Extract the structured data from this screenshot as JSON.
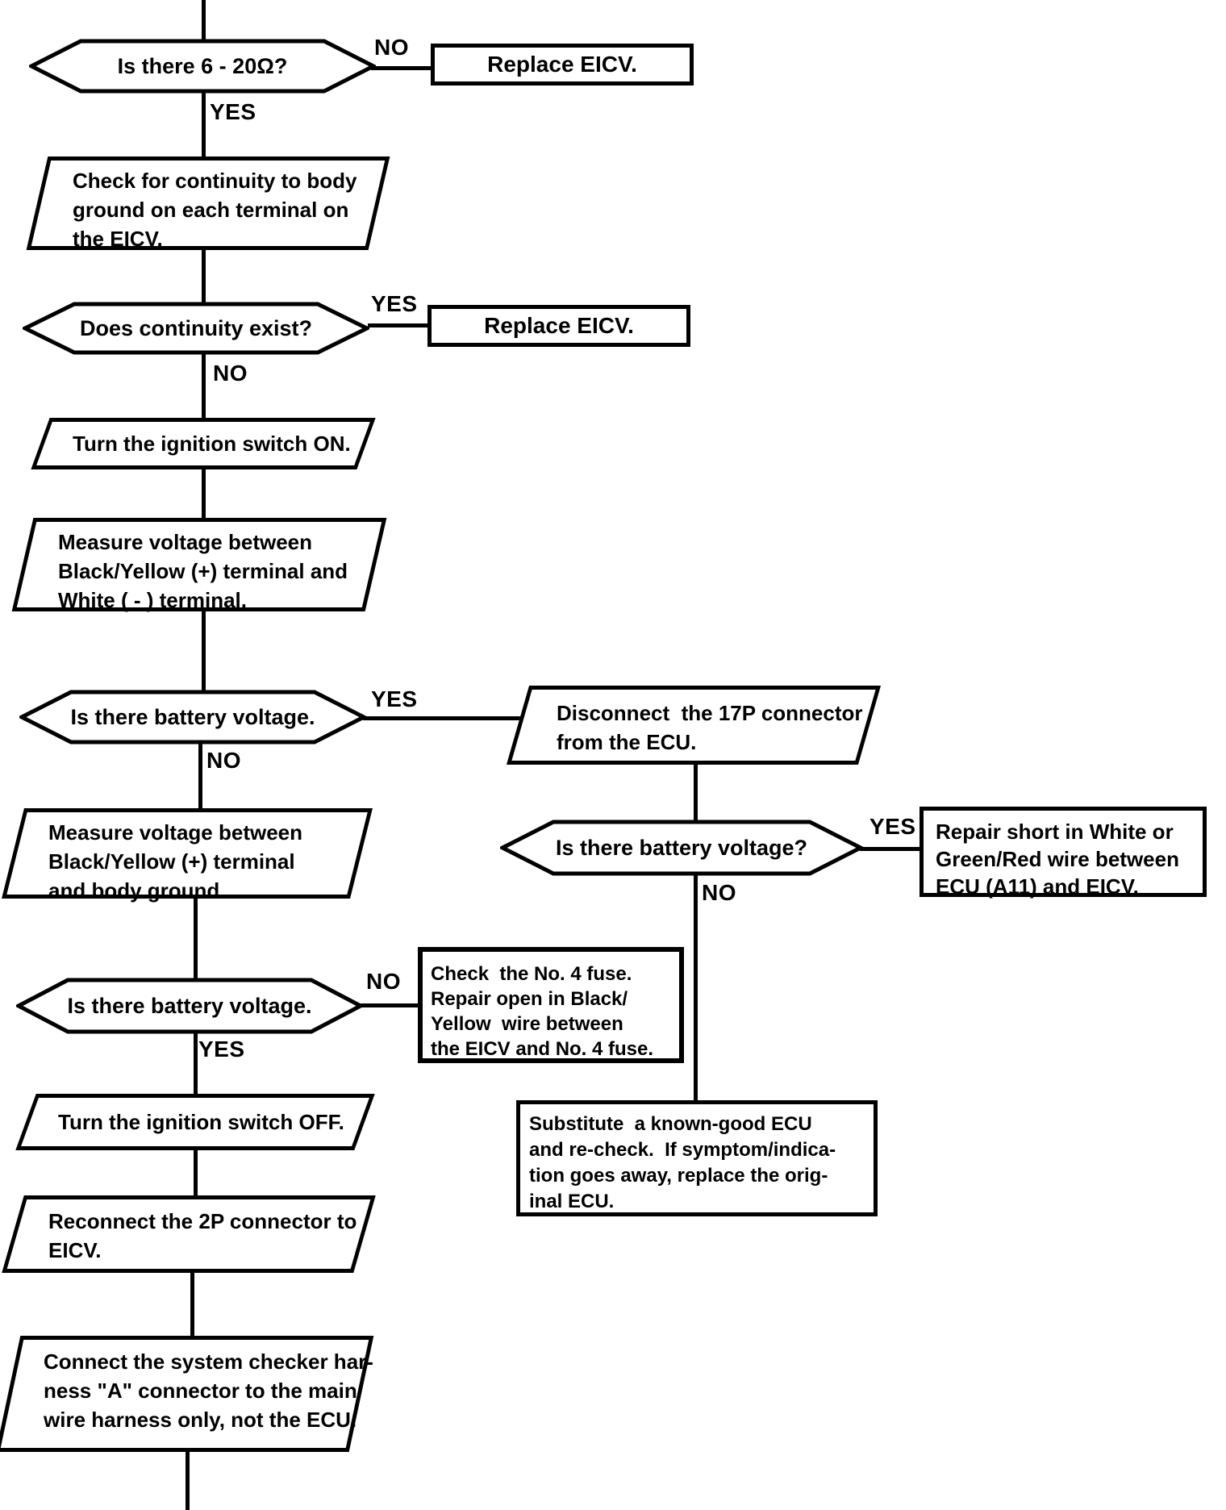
{
  "page": {
    "background": "#ffffff",
    "ink": "#000000",
    "kind": "troubleshooting-flowchart"
  },
  "labels": {
    "yes": "YES",
    "no": "NO"
  },
  "nodes": {
    "hex_resistance": {
      "type": "decision",
      "lines": [
        "Is there 6 - 20Ω?"
      ]
    },
    "rect_replace_eicv_1": {
      "type": "action",
      "lines": [
        "Replace EICV."
      ]
    },
    "para_check_continuity": {
      "type": "process",
      "lines": [
        "Check for continuity to body",
        "ground on each terminal on",
        "the EICV."
      ]
    },
    "hex_continuity": {
      "type": "decision",
      "lines": [
        "Does continuity exist?"
      ]
    },
    "rect_replace_eicv_2": {
      "type": "action",
      "lines": [
        "Replace EICV."
      ]
    },
    "para_ignition_on": {
      "type": "process",
      "lines": [
        "Turn the ignition switch ON."
      ]
    },
    "para_measure_terminal": {
      "type": "process",
      "lines": [
        "Measure voltage between",
        "Black/Yellow (+) terminal and",
        "White ( - ) terminal."
      ]
    },
    "hex_battery_1": {
      "type": "decision",
      "lines": [
        "Is there battery voltage."
      ]
    },
    "para_disconnect_17p": {
      "type": "process",
      "lines": [
        "Disconnect  the 17P connector",
        "from the ECU."
      ]
    },
    "para_measure_ground": {
      "type": "process",
      "lines": [
        "Measure voltage between",
        "Black/Yellow (+) terminal",
        "and body ground."
      ]
    },
    "hex_battery_2": {
      "type": "decision",
      "lines": [
        "Is there battery voltage?"
      ]
    },
    "rect_repair_short": {
      "type": "action",
      "lines": [
        "Repair short in White or",
        "Green/Red wire between",
        "ECU (A11) and EICV."
      ]
    },
    "hex_battery_3": {
      "type": "decision",
      "lines": [
        "Is there battery voltage."
      ]
    },
    "rect_check_fuse": {
      "type": "action",
      "lines": [
        "Check  the No. 4 fuse.",
        "Repair open in Black/",
        "Yellow  wire between",
        "the EICV and No. 4 fuse."
      ]
    },
    "para_ignition_off": {
      "type": "process",
      "lines": [
        "Turn the ignition switch OFF."
      ]
    },
    "rect_substitute_ecu": {
      "type": "action",
      "lines": [
        "Substitute  a known-good ECU",
        "and re-check.  If symptom/indica-",
        "tion goes away, replace the orig-",
        "inal ECU."
      ]
    },
    "para_reconnect_2p": {
      "type": "process",
      "lines": [
        "Reconnect the 2P connector to",
        "EICV."
      ]
    },
    "para_connect_checker": {
      "type": "process",
      "lines": [
        "Connect the system checker har-",
        "ness \"A\" connector to the main",
        "wire harness only, not the ECU."
      ]
    }
  }
}
